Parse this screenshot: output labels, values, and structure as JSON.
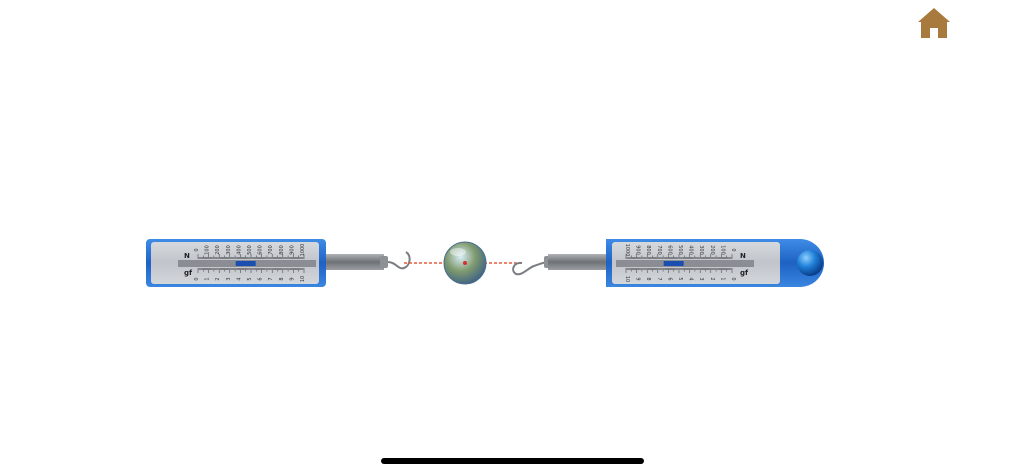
{
  "colors": {
    "home_icon": "#a87a3e",
    "meter_blue": "#1f6fd1",
    "meter_plate": "#c9cdd3",
    "spring_rod": "#7c7f83",
    "thread": "#e85a3a",
    "indicator": "#1a4fb0"
  },
  "icons": {
    "home": "home-icon",
    "ball": "globe-ball-icon",
    "knob": "blue-knob-icon"
  },
  "meters": {
    "units": [
      "N",
      "gf"
    ],
    "scale_newtons": [
      "0",
      "1",
      "2",
      "3",
      "4",
      "5",
      "6",
      "7",
      "8",
      "9",
      "10"
    ],
    "scale_grams": [
      "0",
      "100",
      "200",
      "300",
      "400",
      "500",
      "600",
      "700",
      "800",
      "900",
      "1000"
    ],
    "left_reading_n": 4.5,
    "right_reading_n": 5.5
  }
}
